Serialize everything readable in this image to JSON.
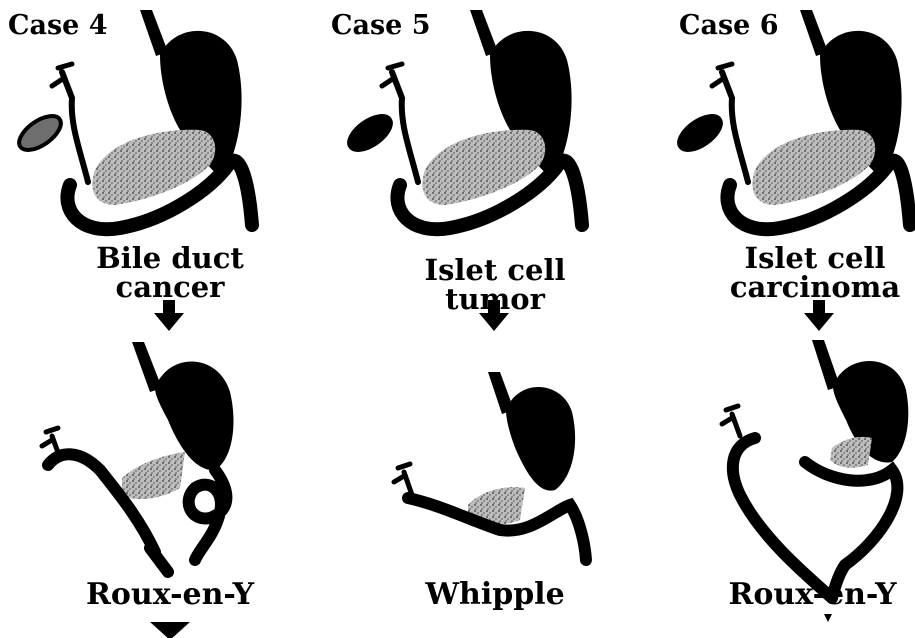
{
  "cases": [
    {
      "title": "Case 4",
      "diagnosis_line1": "Bile duct",
      "diagnosis_line2": "cancer",
      "procedure": "Roux-en-Y"
    },
    {
      "title": "Case 5",
      "diagnosis_line1": "Islet cell tumor",
      "diagnosis_line2": "",
      "procedure": "Whipple"
    },
    {
      "title": "Case 6",
      "diagnosis_line1": "Islet cell",
      "diagnosis_line2": "carcinoma",
      "procedure": "Roux-en-Y"
    }
  ],
  "colors": {
    "organ": "#000000",
    "tumor": "#9a9a9a",
    "background": "#ffffff"
  }
}
